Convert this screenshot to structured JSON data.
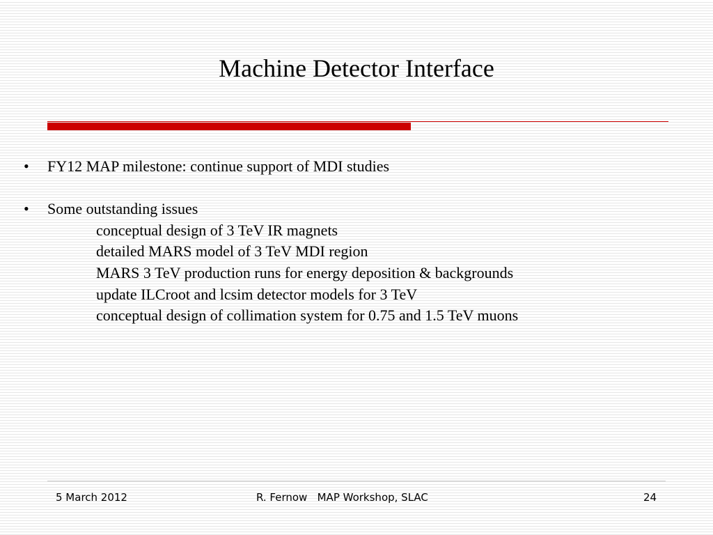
{
  "slide": {
    "title": "Machine Detector Interface",
    "bullets": [
      {
        "text": "FY12 MAP milestone: continue support of MDI studies",
        "subitems": []
      },
      {
        "text": "Some outstanding issues",
        "subitems": [
          "conceptual design of 3 TeV IR magnets",
          "detailed MARS model of 3 TeV MDI region",
          "MARS 3 TeV production runs for energy deposition & backgrounds",
          "update  ILCroot  and  lcsim  detector models for 3 TeV",
          "conceptual design of collimation system for 0.75 and 1.5 TeV muons"
        ]
      }
    ],
    "bullet_symbol": "•"
  },
  "footer": {
    "date": "5 March 2012",
    "center": "R. Fernow   MAP Workshop, SLAC",
    "page_number": "24"
  },
  "colors": {
    "accent_red": "#cc0000"
  }
}
